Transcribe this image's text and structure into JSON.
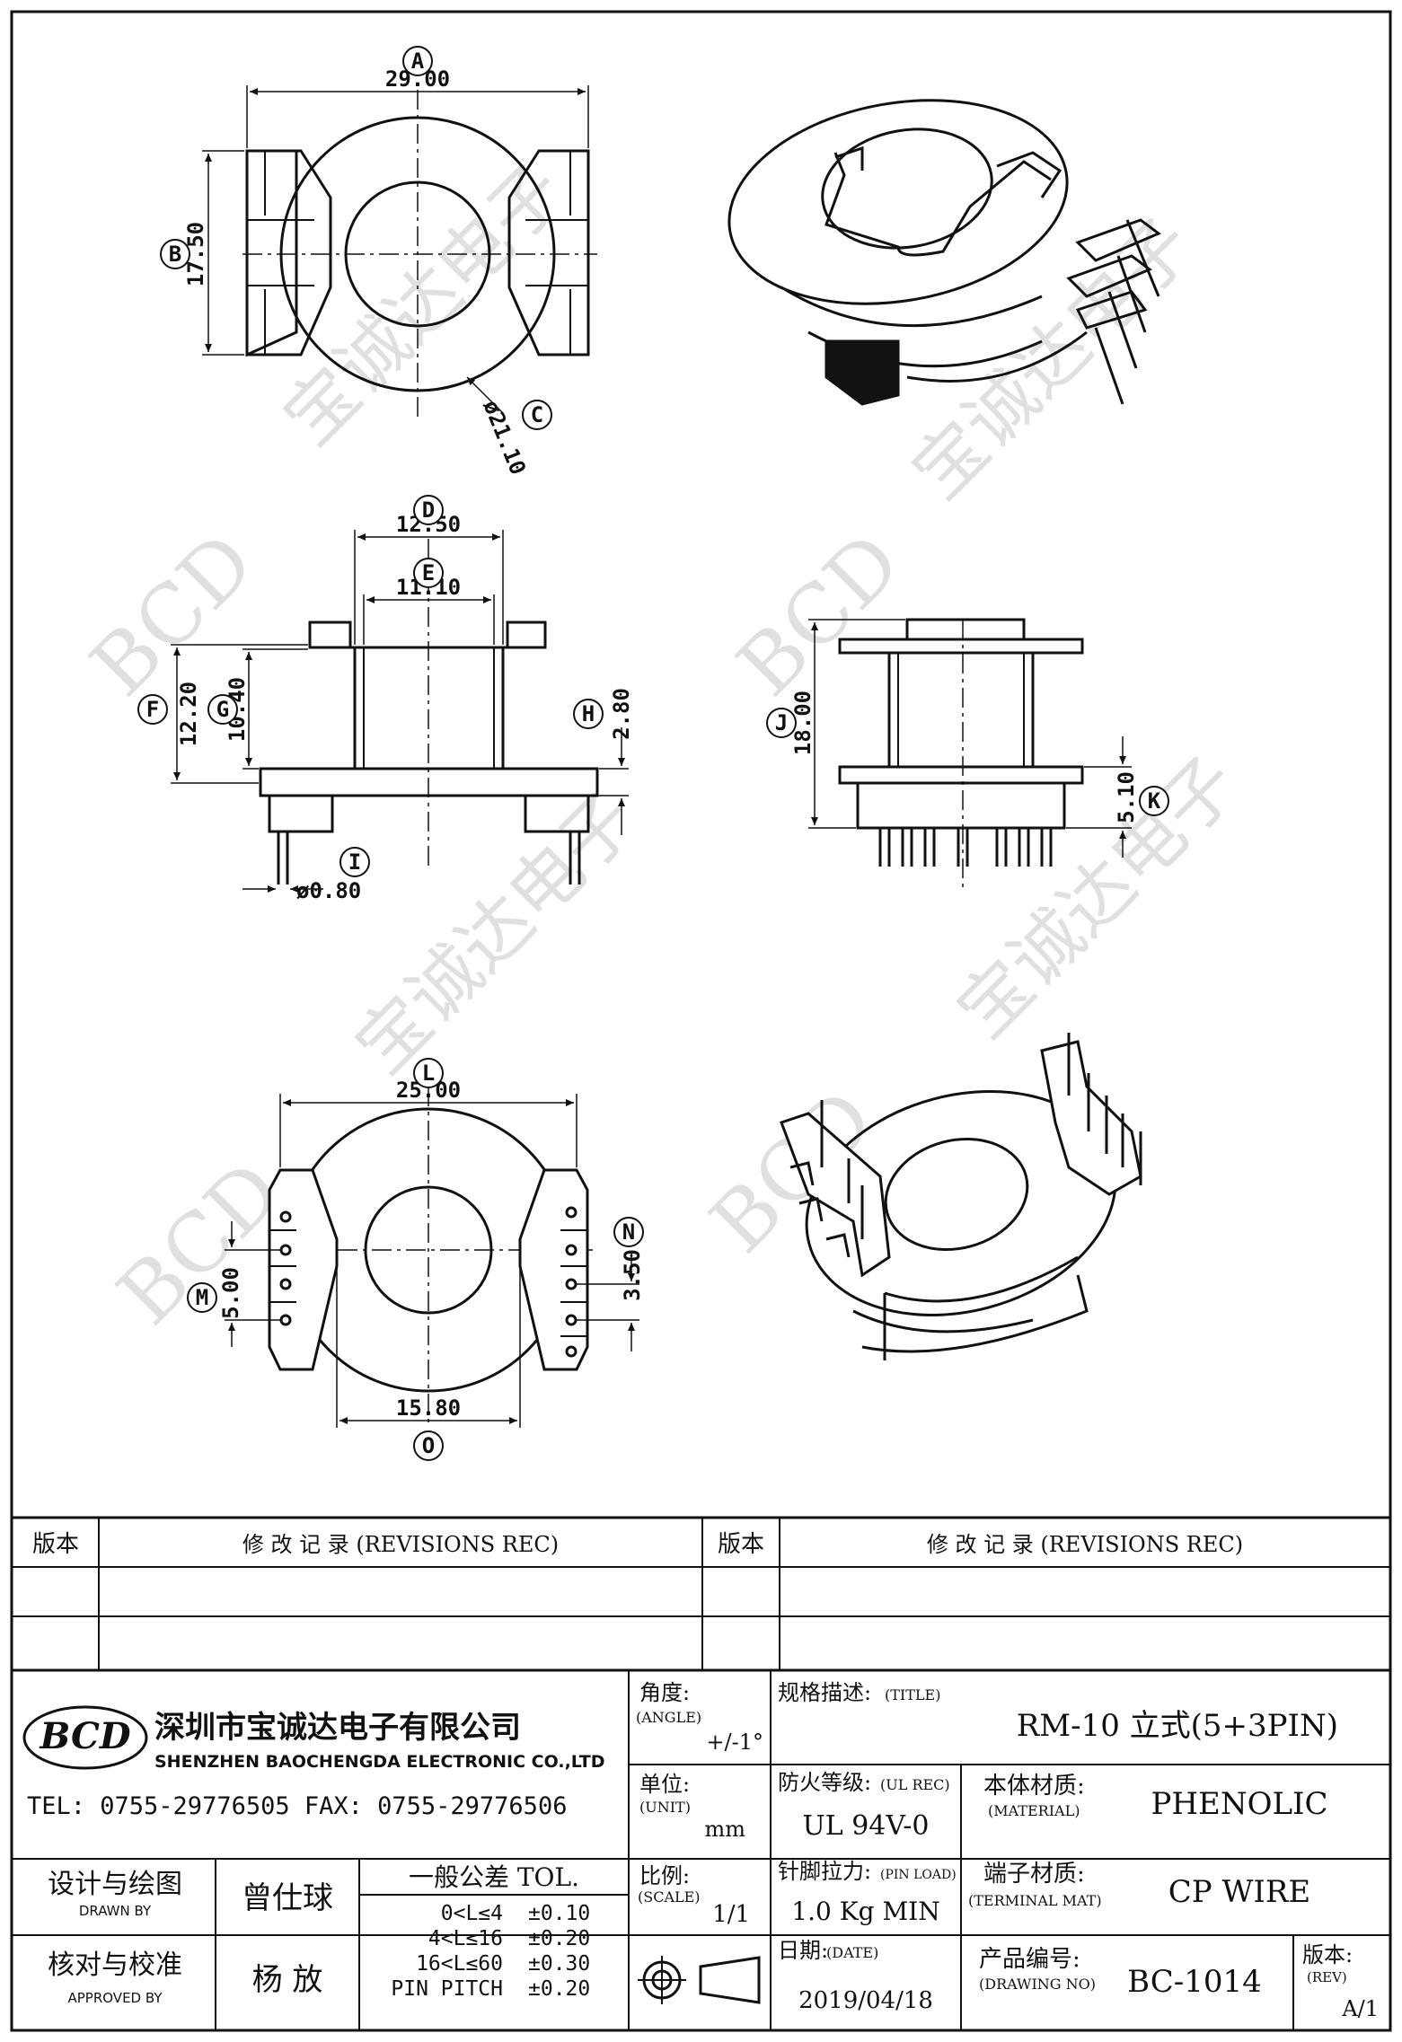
{
  "dimensions": {
    "A": {
      "tag": "A",
      "value": "29.00"
    },
    "B": {
      "tag": "B",
      "value": "17.50"
    },
    "C": {
      "tag": "C",
      "value": "ø21.10"
    },
    "D": {
      "tag": "D",
      "value": "12.50"
    },
    "E": {
      "tag": "E",
      "value": "11.10"
    },
    "F": {
      "tag": "F",
      "value": "12.20"
    },
    "G": {
      "tag": "G",
      "value": "10.40"
    },
    "H": {
      "tag": "H",
      "value": "2.80"
    },
    "I": {
      "tag": "I",
      "value": "ø0.80"
    },
    "J": {
      "tag": "J",
      "value": "18.00"
    },
    "K": {
      "tag": "K",
      "value": "5.10"
    },
    "L": {
      "tag": "L",
      "value": "25.00"
    },
    "M": {
      "tag": "M",
      "value": "5.00"
    },
    "N": {
      "tag": "N",
      "value": "3.50"
    },
    "O": {
      "tag": "O",
      "value": "15.80"
    }
  },
  "watermark": {
    "brand": "BCD",
    "cn": "宝诚达电子"
  },
  "title_block": {
    "rev_header_left": "版本",
    "rev_header_right": "版本",
    "revisions_label": "修  改  记  录  (REVISIONS REC)",
    "company_cn": "深圳市宝诚达电子有限公司",
    "company_en": "SHENZHEN BAOCHENGDA ELECTRONIC CO.,LTD",
    "logo": "BCD",
    "tel_fax": "TEL: 0755-29776505  FAX: 0755-29776506",
    "angle_label": "角度:",
    "angle_label_en": "(ANGLE)",
    "angle_value": "+/-1°",
    "title_label": "规格描述:",
    "title_label_en": "(TITLE)",
    "title_value": "RM-10 立式(5+3PIN)",
    "unit_label": "单位:",
    "unit_label_en": "(UNIT)",
    "unit_value": "mm",
    "ul_label": "防火等级:",
    "ul_label_en": "(UL REC)",
    "ul_value": "UL 94V-0",
    "material_label": "本体材质:",
    "material_label_en": "(MATERIAL)",
    "material_value": "PHENOLIC",
    "designer_label": "设计与绘图",
    "designer_label_en": "DRAWN BY",
    "designer_value": "曾仕球",
    "tol_label": "一般公差 TOL.",
    "tol_rows": [
      {
        "range": "0<L≤4",
        "tol": "±0.10"
      },
      {
        "range": "4<L≤16",
        "tol": "±0.20"
      },
      {
        "range": "16<L≤60",
        "tol": "±0.30"
      },
      {
        "range": "PIN PITCH",
        "tol": "±0.20"
      }
    ],
    "scale_label": "比例:",
    "scale_label_en": "(SCALE)",
    "scale_value": "1/1",
    "pinload_label": "针脚拉力:",
    "pinload_label_en": "(PIN LOAD)",
    "pinload_value": "1.0 Kg MIN",
    "terminal_label": "端子材质:",
    "terminal_label_en": "(TERMINAL MAT)",
    "terminal_value": "CP WIRE",
    "approver_label": "核对与校准",
    "approver_label_en": "APPROVED BY",
    "approver_value": "杨  放",
    "date_label": "日期:",
    "date_label_en": "(DATE)",
    "date_value": "2019/04/18",
    "drawing_label": "产品编号:",
    "drawing_label_en": "(DRAWING NO)",
    "drawing_value": "BC-1014",
    "rev_label": "版本:",
    "rev_label_en": "(REV)",
    "rev_value": "A/1"
  }
}
